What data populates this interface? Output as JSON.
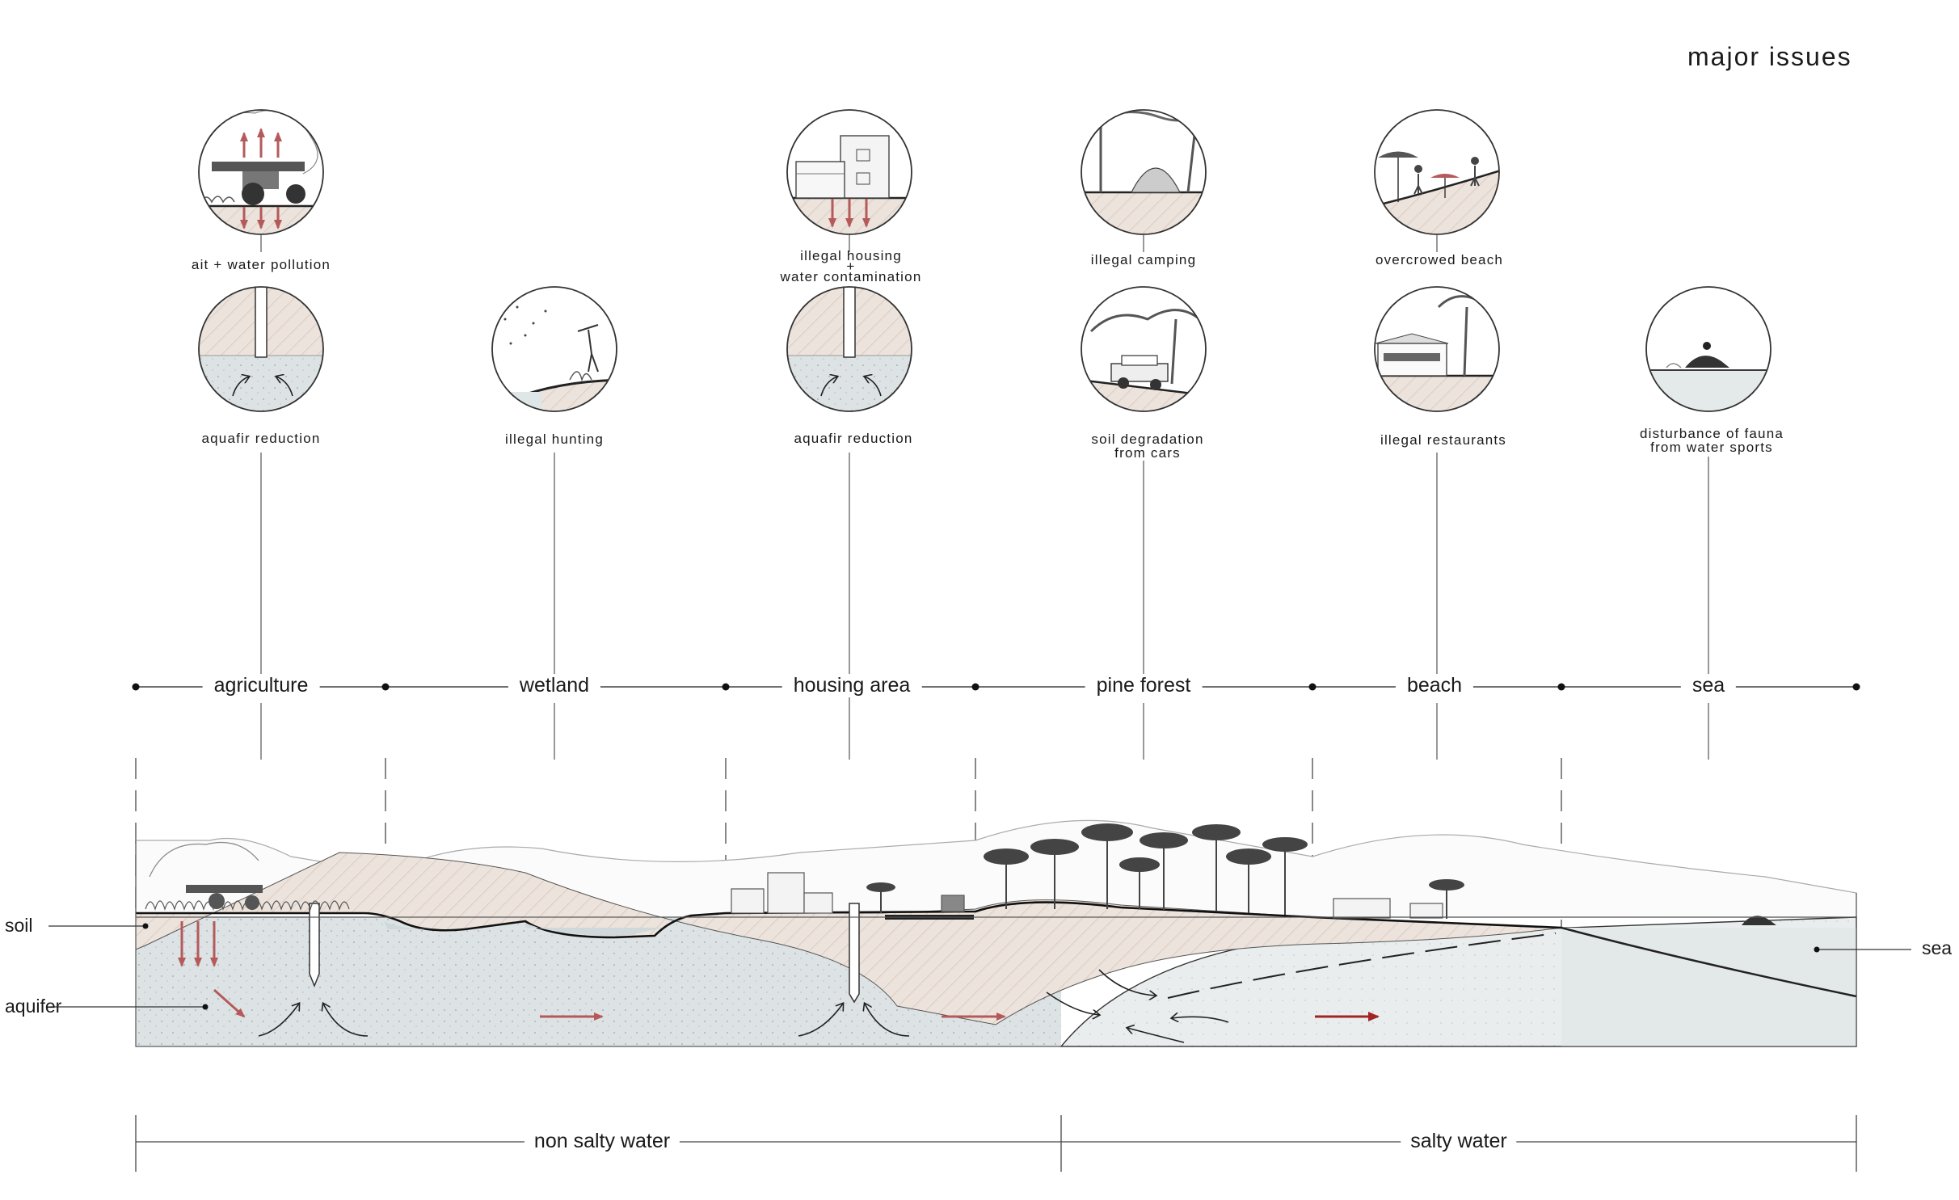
{
  "title": "major issues",
  "issues": [
    {
      "id": "air-water-pollution",
      "label": "ait + water pollution",
      "icon": "tractor-icon"
    },
    {
      "id": "aquifer-reduction-1",
      "label": "aquafir reduction",
      "icon": "well-icon"
    },
    {
      "id": "illegal-hunting",
      "label": "illegal hunting",
      "icon": "hunter-icon"
    },
    {
      "id": "illegal-housing",
      "label": "illegal housing\n+\nwater contamination",
      "icon": "house-icon"
    },
    {
      "id": "aquifer-reduction-2",
      "label": "aquafir reduction",
      "icon": "well-icon"
    },
    {
      "id": "illegal-camping",
      "label": "illegal camping",
      "icon": "tent-icon"
    },
    {
      "id": "soil-degradation",
      "label": "soil degradation\nfrom cars",
      "icon": "car-icon"
    },
    {
      "id": "overcrowded-beach",
      "label": "overcrowed beach",
      "icon": "umbrella-icon"
    },
    {
      "id": "illegal-restaurants",
      "label": "illegal restaurants",
      "icon": "restaurant-icon"
    },
    {
      "id": "fauna-disturbance",
      "label": "disturbance of fauna\nfrom water sports",
      "icon": "jetski-icon"
    }
  ],
  "zones": [
    "agriculture",
    "wetland",
    "housing area",
    "pine forest",
    "beach",
    "sea"
  ],
  "layers": {
    "soil": "soil",
    "aquifer": "aquifer",
    "sea": "sea"
  },
  "water_types": {
    "fresh": "non salty water",
    "salty": "salty water"
  },
  "colors": {
    "soil": "#ece3dc",
    "aquifer": "#dde3e5",
    "sea": "#e9edee",
    "arrow": "#b55a5a",
    "line": "#333333"
  }
}
